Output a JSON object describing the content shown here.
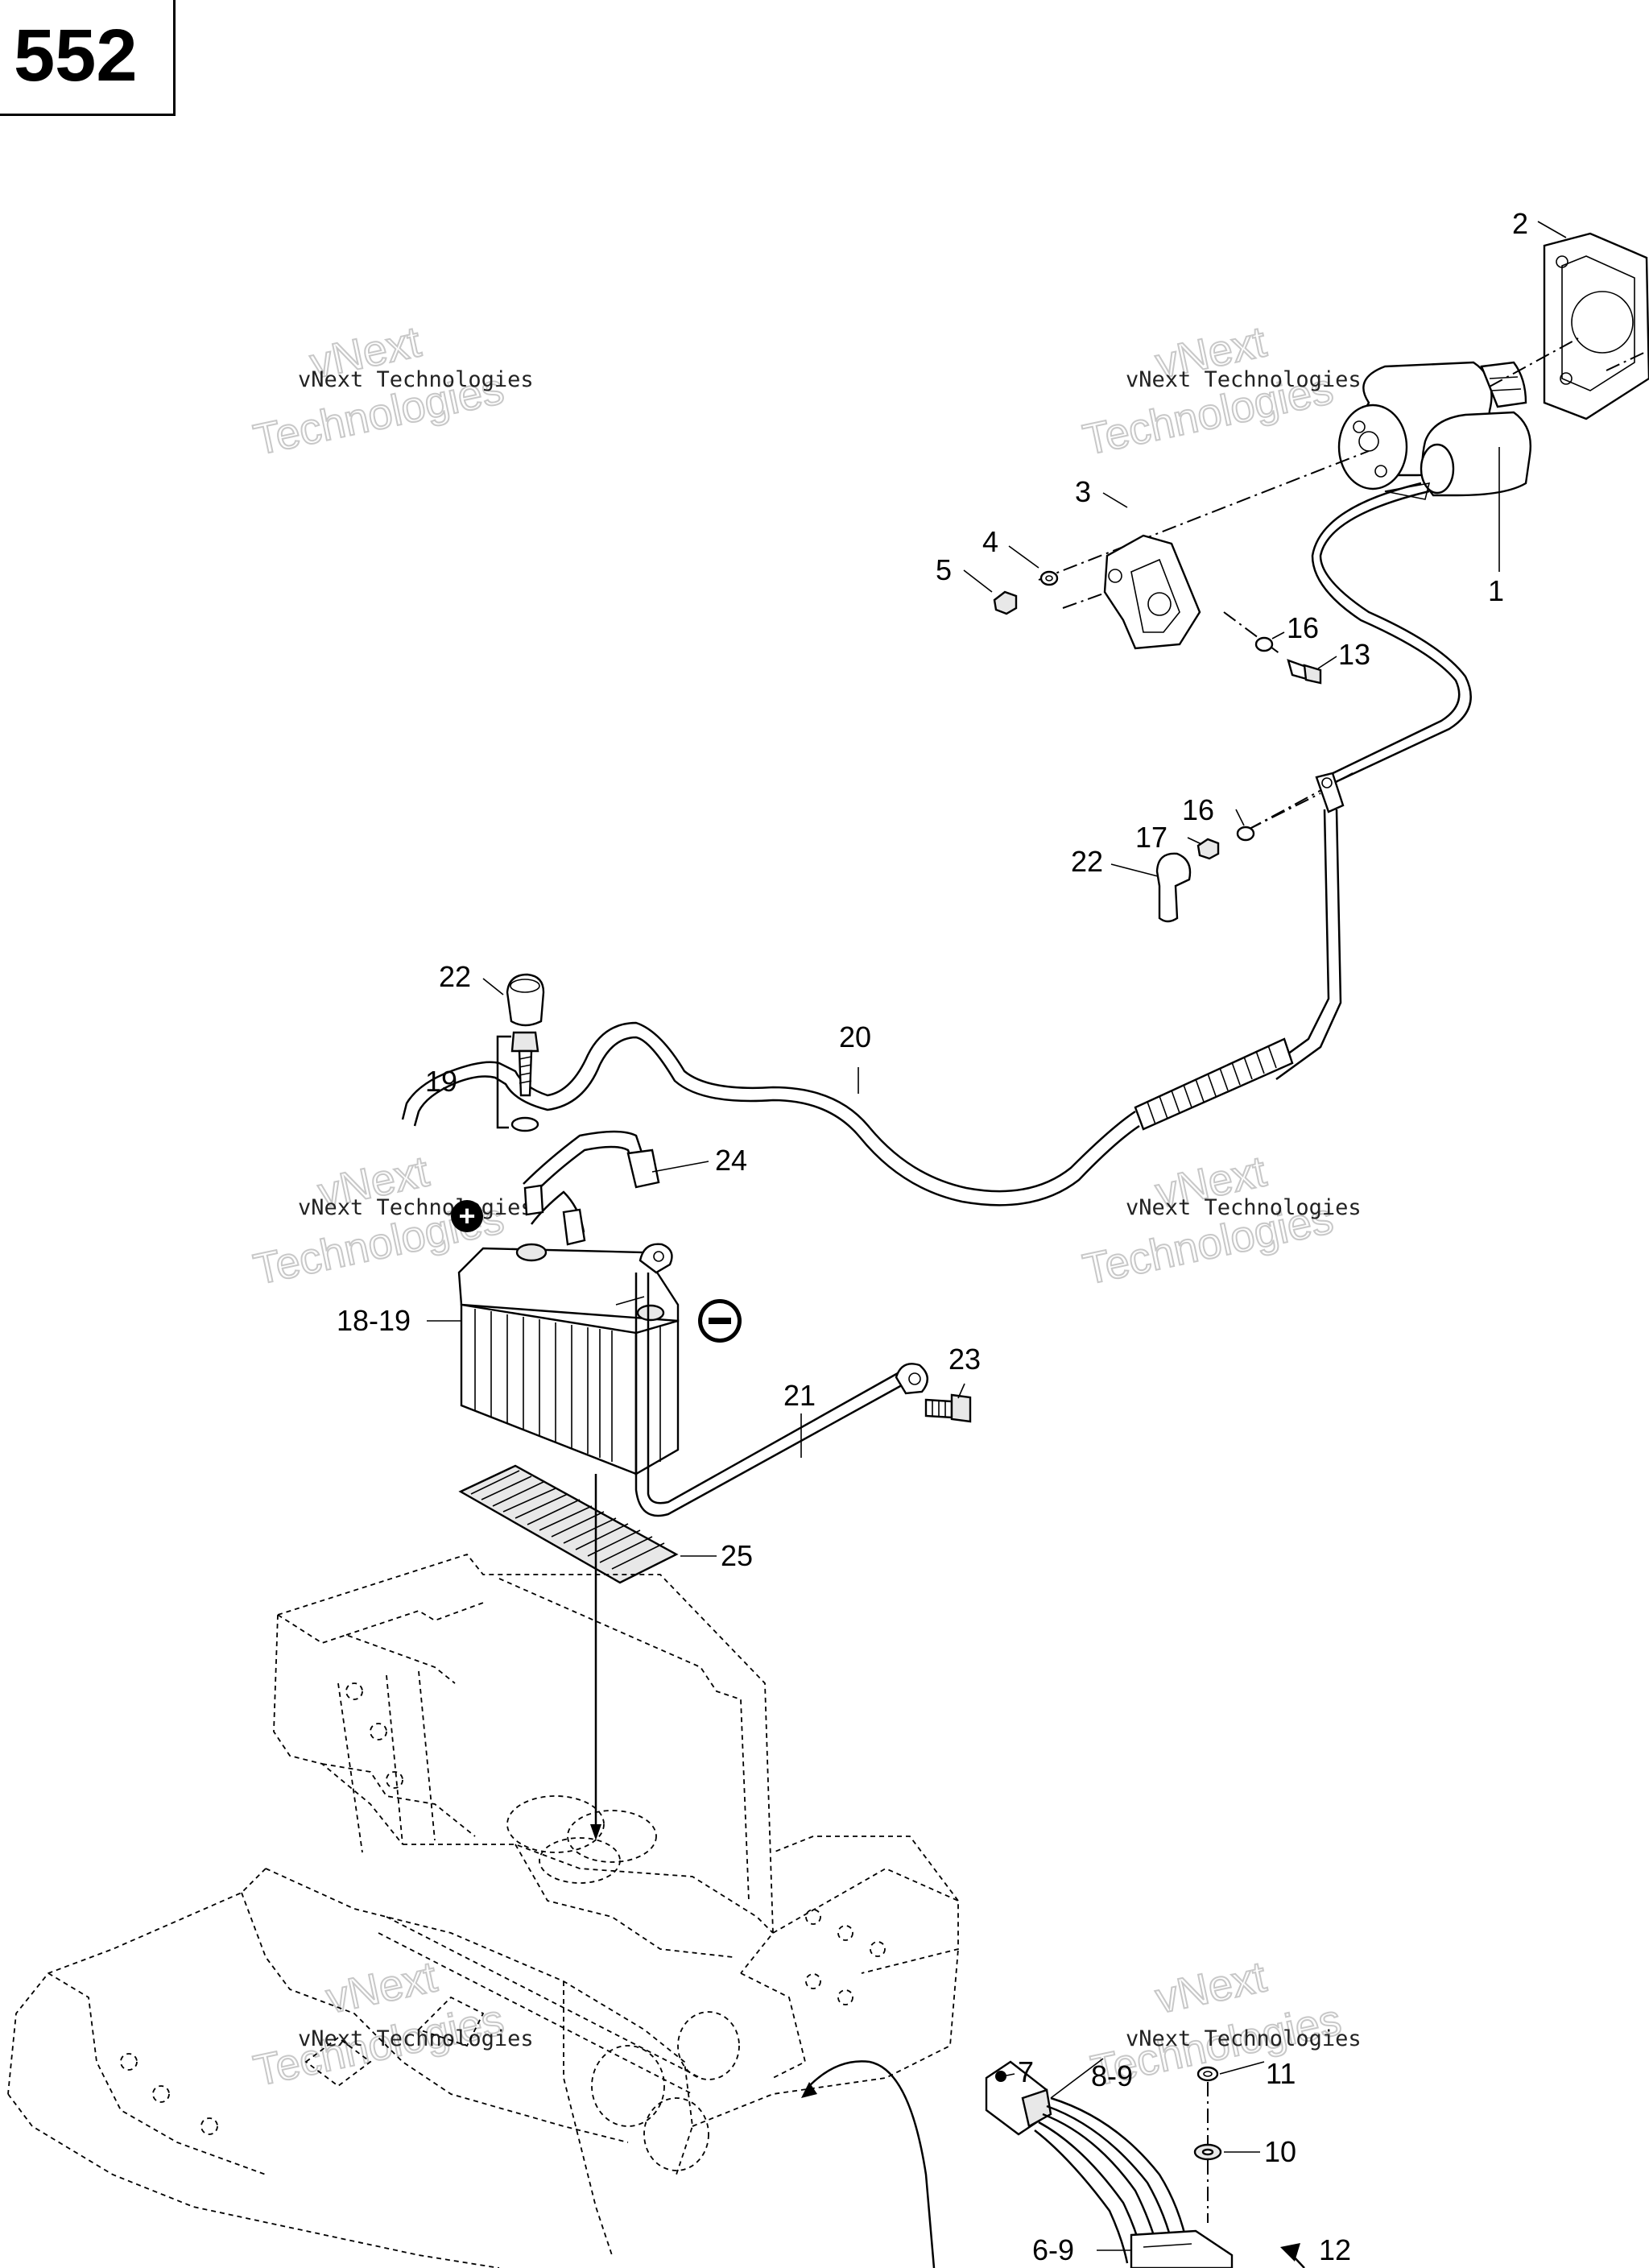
{
  "page_number": "552",
  "watermark": {
    "small_text": "vNext Technologies",
    "large_line1": "vNext",
    "large_line2": "Technologies"
  },
  "callouts": [
    {
      "id": "c1",
      "label": "1"
    },
    {
      "id": "c2",
      "label": "2"
    },
    {
      "id": "c3",
      "label": "3"
    },
    {
      "id": "c4",
      "label": "4"
    },
    {
      "id": "c5",
      "label": "5"
    },
    {
      "id": "c6-9",
      "label": "6-9"
    },
    {
      "id": "c7",
      "label": "7"
    },
    {
      "id": "c8-9",
      "label": "8-9"
    },
    {
      "id": "c10",
      "label": "10"
    },
    {
      "id": "c11",
      "label": "11"
    },
    {
      "id": "c12",
      "label": "12"
    },
    {
      "id": "c13",
      "label": "13"
    },
    {
      "id": "c16a",
      "label": "16"
    },
    {
      "id": "c16b",
      "label": "16"
    },
    {
      "id": "c17",
      "label": "17"
    },
    {
      "id": "c18-19",
      "label": "18-19"
    },
    {
      "id": "c19",
      "label": "19"
    },
    {
      "id": "c20",
      "label": "20"
    },
    {
      "id": "c21",
      "label": "21"
    },
    {
      "id": "c22a",
      "label": "22"
    },
    {
      "id": "c22b",
      "label": "22"
    },
    {
      "id": "c23",
      "label": "23"
    },
    {
      "id": "c24",
      "label": "24"
    },
    {
      "id": "c25",
      "label": "25"
    }
  ],
  "symbols": {
    "positive": "+",
    "negative": "−"
  }
}
